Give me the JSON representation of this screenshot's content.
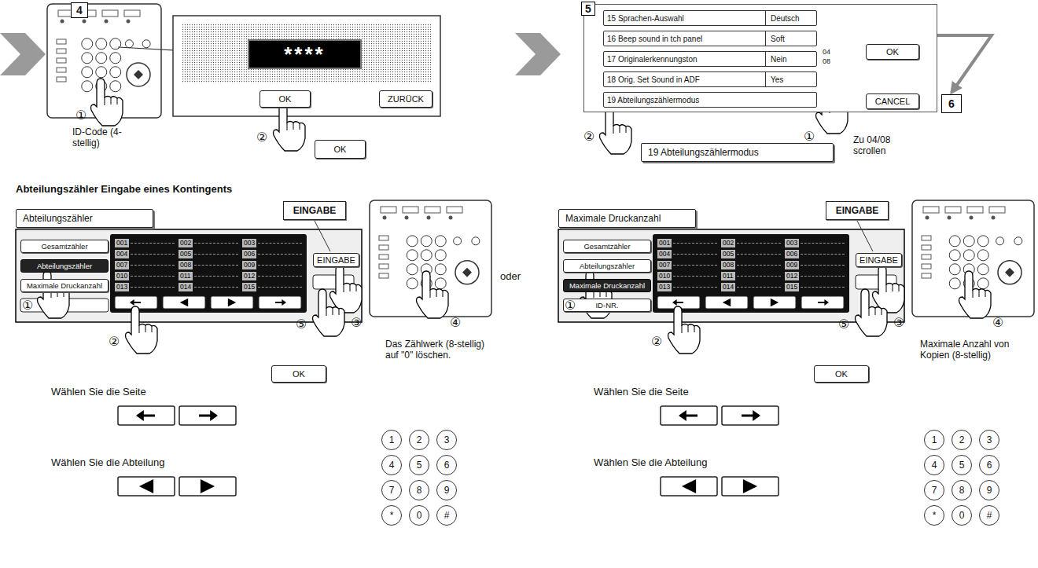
{
  "diagram": {
    "title": "Abteilungszähler Eingabe eines Kontingents",
    "nodes": [
      {
        "text": [
          "4"
        ]
      },
      {
        "text": [
          "****"
        ]
      },
      {
        "text": [
          "OK"
        ]
      },
      {
        "text": [
          "ZURÜCK"
        ]
      },
      {
        "text": [
          "OK"
        ]
      },
      {
        "text": [
          "5"
        ]
      },
      {
        "text": [
          "15 Sprachen-Auswahl",
          "Deutsch"
        ],
        "in": 5
      },
      {
        "text": [
          "16 Beep sound in tch panel",
          "Soft"
        ],
        "in": 5
      },
      {
        "text": [
          "17 Originalerkennungston",
          "Nein"
        ],
        "in": 5
      },
      {
        "text": [
          "18 Orig. Set Sound in ADF",
          "Yes"
        ],
        "in": 5
      },
      {
        "text": [
          "19 Abteilungszählermodus"
        ],
        "in": 5
      },
      {
        "text": [
          "OK"
        ],
        "in": 5
      },
      {
        "text": [
          "CANCEL"
        ],
        "in": 5
      },
      {
        "text": [
          "6"
        ]
      },
      {
        "text": [
          "19 Abteilungszählermodus"
        ]
      },
      {
        "text": [
          "Abteilungszähler"
        ]
      },
      {
        "text": [
          "EINGABE"
        ]
      },
      {
        "text": [
          "Gesamtzähler"
        ]
      },
      {
        "text": [
          "Abteilungszähler"
        ]
      },
      {
        "text": [
          "Maximale Druckanzahl"
        ]
      },
      {
        "text": [
          "001"
        ]
      },
      {
        "text": [
          "002"
        ]
      },
      {
        "text": [
          "003"
        ]
      },
      {
        "text": [
          "004"
        ]
      },
      {
        "text": [
          "005"
        ]
      },
      {
        "text": [
          "006"
        ]
      },
      {
        "text": [
          "007"
        ]
      },
      {
        "text": [
          "008"
        ]
      },
      {
        "text": [
          "009"
        ]
      },
      {
        "text": [
          "010"
        ]
      },
      {
        "text": [
          "011"
        ]
      },
      {
        "text": [
          "012"
        ]
      },
      {
        "text": [
          "013"
        ]
      },
      {
        "text": [
          "014"
        ]
      },
      {
        "text": [
          "015"
        ]
      },
      {
        "text": [
          "EINGABE"
        ]
      },
      {
        "text": [
          "OK"
        ]
      },
      {
        "text": [
          "1"
        ]
      },
      {
        "text": [
          "2"
        ]
      },
      {
        "text": [
          "3"
        ]
      },
      {
        "text": [
          "4"
        ]
      },
      {
        "text": [
          "5"
        ]
      },
      {
        "text": [
          "6"
        ]
      },
      {
        "text": [
          "7"
        ]
      },
      {
        "text": [
          "8"
        ]
      },
      {
        "text": [
          "9"
        ]
      },
      {
        "text": [
          "*"
        ]
      },
      {
        "text": [
          "0"
        ]
      },
      {
        "text": [
          "#"
        ]
      },
      {
        "text": [
          "Maximale Druckanzahl"
        ]
      },
      {
        "text": [
          "EINGABE"
        ]
      },
      {
        "text": [
          "Gesamtzähler"
        ]
      },
      {
        "text": [
          "Abteilungszähler"
        ]
      },
      {
        "text": [
          "Maximale Druckanzahl"
        ]
      },
      {
        "text": [
          "ID-NR."
        ]
      },
      {
        "text": [
          "001"
        ]
      },
      {
        "text": [
          "002"
        ]
      },
      {
        "text": [
          "003"
        ]
      },
      {
        "text": [
          "004"
        ]
      },
      {
        "text": [
          "005"
        ]
      },
      {
        "text": [
          "006"
        ]
      },
      {
        "text": [
          "007"
        ]
      },
      {
        "text": [
          "008"
        ]
      },
      {
        "text": [
          "009"
        ]
      },
      {
        "text": [
          "010"
        ]
      },
      {
        "text": [
          "011"
        ]
      },
      {
        "text": [
          "012"
        ]
      },
      {
        "text": [
          "013"
        ]
      },
      {
        "text": [
          "014"
        ]
      },
      {
        "text": [
          "015"
        ]
      },
      {
        "text": [
          "EINGABE"
        ]
      },
      {
        "text": [
          "OK"
        ]
      },
      {
        "text": [
          "1"
        ]
      },
      {
        "text": [
          "2"
        ]
      },
      {
        "text": [
          "3"
        ]
      },
      {
        "text": [
          "4"
        ]
      },
      {
        "text": [
          "5"
        ]
      },
      {
        "text": [
          "6"
        ]
      },
      {
        "text": [
          "7"
        ]
      },
      {
        "text": [
          "8"
        ]
      },
      {
        "text": [
          "9"
        ]
      },
      {
        "text": [
          "*"
        ]
      },
      {
        "text": [
          "0"
        ]
      },
      {
        "text": [
          "#"
        ]
      }
    ],
    "edges": [
      {
        "from": 5,
        "to": 13,
        "arrow": "to"
      }
    ],
    "labels": [
      "①",
      "ID-Code (4-stellig)",
      "②",
      "04",
      "08",
      "①",
      "Zu 04/08 scrollen",
      "②",
      "①",
      "②",
      "③",
      "④",
      "⑤",
      "Das Zählwerk (8-stellig) auf \"0\" löschen.",
      "Wählen Sie die Seite",
      "Wählen Sie die Abteilung",
      "oder",
      "①",
      "②",
      "③",
      "④",
      "⑤",
      "Maximale Anzahl von Kopien (8-stellig)",
      "Wählen Sie die Seite",
      "Wählen Sie die Abteilung"
    ]
  }
}
